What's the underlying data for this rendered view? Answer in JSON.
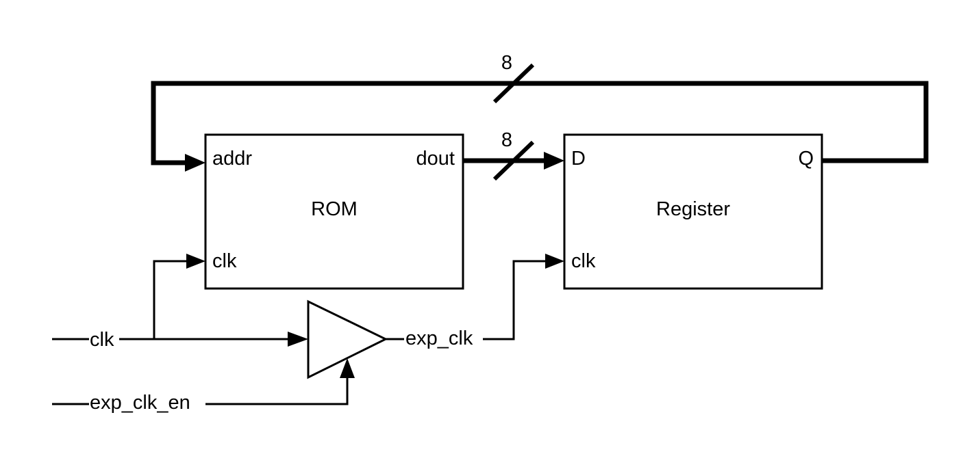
{
  "rom": {
    "title": "ROM",
    "port_addr": "addr",
    "port_dout": "dout",
    "port_clk": "clk"
  },
  "register": {
    "title": "Register",
    "port_d": "D",
    "port_q": "Q",
    "port_clk": "clk"
  },
  "signals": {
    "clk": "clk",
    "exp_clk_en": "exp_clk_en",
    "exp_clk": "exp_clk"
  },
  "bus_widths": {
    "feedback": "8",
    "data": "8"
  }
}
